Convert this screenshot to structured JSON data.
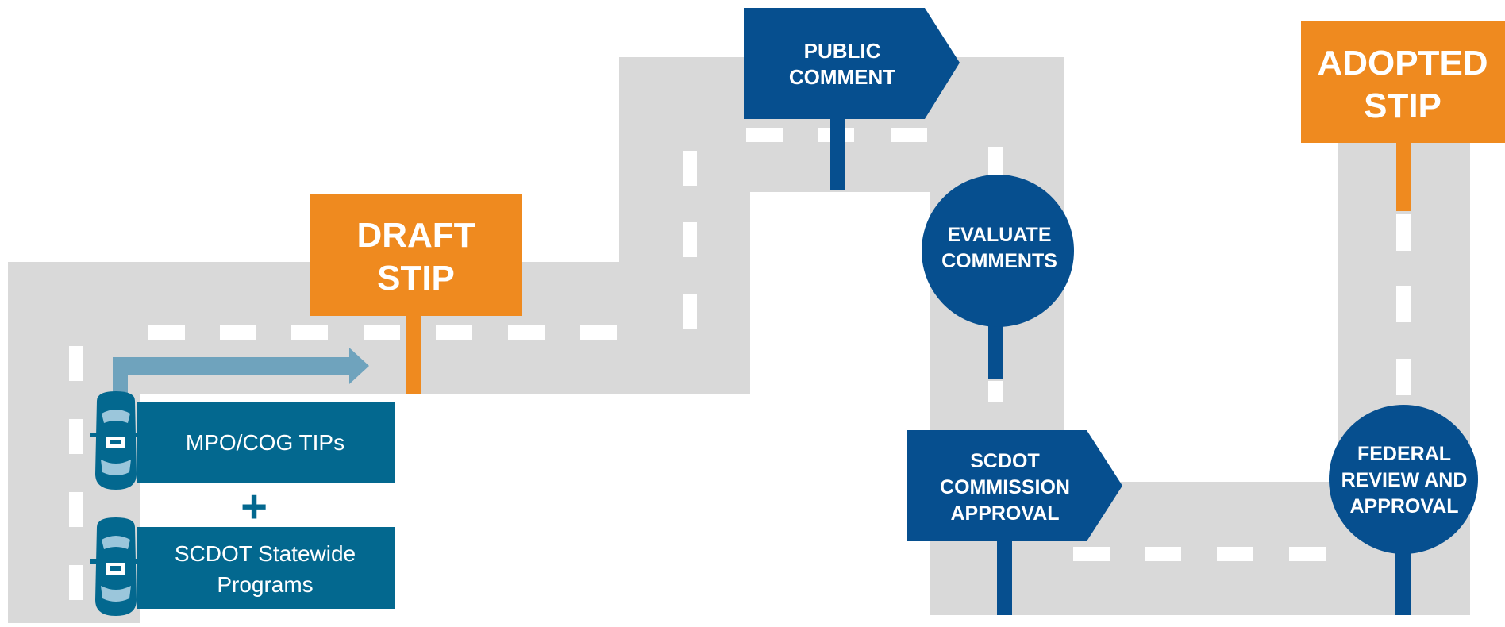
{
  "colors": {
    "road": "#d9d9d9",
    "dash": "#ffffff",
    "orange": "#ef8a1f",
    "navy": "#064f8f",
    "teal": "#03688f",
    "arrow": "#6fa3bd"
  },
  "sources": {
    "tips_label": "MPO/COG TIPs",
    "plus": "+",
    "statewide_line1": "SCDOT Statewide",
    "statewide_line2": "Programs"
  },
  "signs": {
    "draft": {
      "line1": "DRAFT",
      "line2": "STIP"
    },
    "public_comment": {
      "line1": "PUBLIC",
      "line2": "COMMENT"
    },
    "evaluate": {
      "line1": "EVALUATE",
      "line2": "COMMENTS"
    },
    "commission": {
      "line1": "SCDOT",
      "line2": "COMMISSION",
      "line3": "APPROVAL"
    },
    "federal": {
      "line1": "FEDERAL",
      "line2": "REVIEW AND",
      "line3": "APPROVAL"
    },
    "adopted": {
      "line1": "ADOPTED",
      "line2": "STIP"
    }
  },
  "icons": {
    "car": "car-icon",
    "arrow": "arrow-right-icon",
    "plus": "plus-icon"
  }
}
